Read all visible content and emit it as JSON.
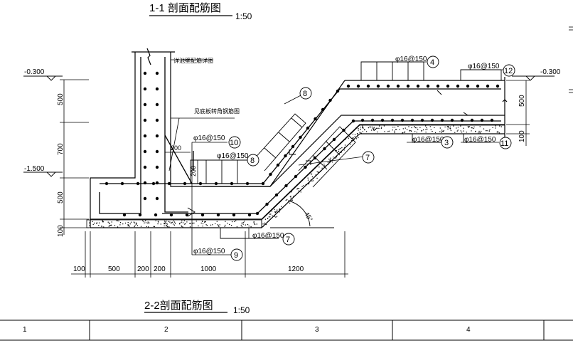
{
  "titles": {
    "top": "1-1 剖面配筋图",
    "top_scale": "1:50",
    "bottom": "2-2剖面配筋图",
    "bottom_scale": "1:50"
  },
  "elevations": {
    "left_top": "-0.300",
    "left_mid": "-1.500",
    "right_top": "-0.300"
  },
  "notes": {
    "pool_wall": "详池壁配筋详图",
    "floor_corner": "见底板转角钢筋图"
  },
  "rebar_labels": [
    {
      "spec": "φ16@150",
      "marker": "4"
    },
    {
      "spec": "φ16@150",
      "marker": "12"
    },
    {
      "spec": "φ16@150",
      "marker": "3"
    },
    {
      "spec": "φ16@150",
      "marker": "11"
    },
    {
      "spec": "φ16@150",
      "marker": "10"
    },
    {
      "spec": "φ16@150",
      "marker": "8"
    },
    {
      "spec": "φ16@150",
      "marker": "7"
    },
    {
      "spec": "φ16@150",
      "marker": "9"
    }
  ],
  "slope_markers": {
    "upper": "8",
    "lower": "7"
  },
  "angle_label": "45°",
  "dims_vertical_left": [
    "500",
    "700",
    "500",
    "100"
  ],
  "dims_vertical_right": [
    "500",
    "100"
  ],
  "dims_local": [
    "200",
    "200"
  ],
  "dims_horizontal": [
    "100",
    "500",
    "200",
    "200",
    "1000",
    "1200"
  ],
  "table_header": [
    "1",
    "2",
    "3",
    "4"
  ]
}
